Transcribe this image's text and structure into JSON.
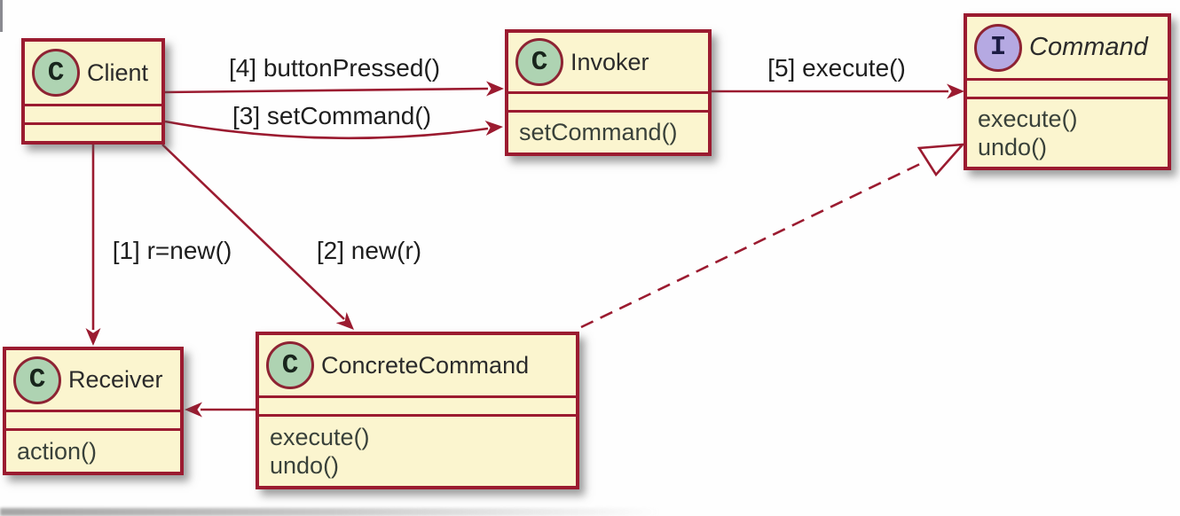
{
  "diagram_type": "uml-class-diagram",
  "colors": {
    "line": "#9b1b30",
    "box_fill": "#fbf5cf",
    "class_circle_fill": "#aed3b2",
    "interface_circle_fill": "#b5a9e2",
    "text": "#2b2b2b"
  },
  "classes": [
    {
      "id": "client",
      "stereotype": "C",
      "name": "Client",
      "attributes": [],
      "methods": []
    },
    {
      "id": "invoker",
      "stereotype": "C",
      "name": "Invoker",
      "attributes": [],
      "methods": [
        "setCommand()"
      ]
    },
    {
      "id": "command",
      "stereotype": "I",
      "name": "Command",
      "attributes": [],
      "methods": [
        "execute()",
        "undo()"
      ]
    },
    {
      "id": "receiver",
      "stereotype": "C",
      "name": "Receiver",
      "attributes": [],
      "methods": [
        "action()"
      ]
    },
    {
      "id": "concrete",
      "stereotype": "C",
      "name": "ConcreteCommand",
      "attributes": [],
      "methods": [
        "execute()",
        "undo()"
      ]
    }
  ],
  "edges": [
    {
      "from": "Client",
      "to": "Invoker",
      "type": "arrow",
      "label": "[4] buttonPressed()"
    },
    {
      "from": "Client",
      "to": "Invoker",
      "type": "arrow",
      "label": "[3] setCommand()"
    },
    {
      "from": "Invoker",
      "to": "Command",
      "type": "arrow",
      "label": "[5] execute()"
    },
    {
      "from": "Client",
      "to": "Receiver",
      "type": "arrow",
      "label": "[1] r=new()"
    },
    {
      "from": "Client",
      "to": "ConcreteCommand",
      "type": "arrow",
      "label": "[2] new(r)"
    },
    {
      "from": "ConcreteCommand",
      "to": "Receiver",
      "type": "arrow",
      "label": ""
    },
    {
      "from": "ConcreteCommand",
      "to": "Command",
      "type": "realization",
      "label": ""
    }
  ]
}
